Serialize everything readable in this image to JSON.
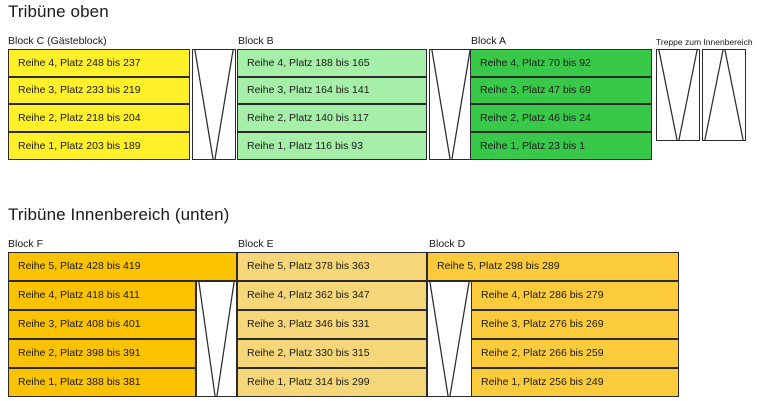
{
  "sections": [
    {
      "id": "tribuene-oben",
      "title": "Tribüne oben",
      "blocks": [
        {
          "id": "block-c",
          "label": "Block C (Gästeblock)",
          "color": "#FFF02A",
          "rows": [
            "Reihe 4, Platz 248 bis 237",
            "Reihe 3, Platz 233 bis 219",
            "Reihe 2, Platz 218 bis 204",
            "Reihe 1, Platz 203 bis 189"
          ]
        },
        {
          "id": "block-b",
          "label": "Block B",
          "color": "#A6EFA8",
          "rows": [
            "Reihe 4, Platz 188 bis 165",
            "Reihe 3, Platz 164 bis 141",
            "Reihe 2, Platz 140 bis 117",
            "Reihe 1, Platz 116 bis 93"
          ]
        },
        {
          "id": "block-a",
          "label": "Block A",
          "color": "#39C94A",
          "rows": [
            "Reihe 4, Platz 70 bis 92",
            "Reihe 3, Platz 47 bis 69",
            "Reihe 2, Platz 46 bis 24",
            "Reihe 1, Platz 23 bis 1"
          ]
        }
      ],
      "stairs_label": "Treppe zum Innenbereich"
    },
    {
      "id": "tribuene-innenbereich-unten",
      "title": "Tribüne Innenbereich (unten)",
      "blocks": [
        {
          "id": "block-f",
          "label": "Block F",
          "color": "#FBC200",
          "rows": [
            "Reihe 5, Platz 428 bis 419",
            "Reihe 4, Platz 418 bis 411",
            "Reihe 3, Platz 408 bis 401",
            "Reihe 2, Platz 398 bis 391",
            "Reihe 1, Platz 388 bis 381"
          ]
        },
        {
          "id": "block-e",
          "label": "Block E",
          "color": "#F5D77A",
          "rows": [
            "Reihe 5, Platz 378 bis 363",
            "Reihe 4, Platz 362 bis 347",
            "Reihe 3, Platz 346 bis 331",
            "Reihe 2, Platz 330 bis 315",
            "Reihe 1, Platz 314 bis 299"
          ]
        },
        {
          "id": "block-d",
          "label": "Block D",
          "color": "#FBCB3C",
          "rows": [
            "Reihe 5, Platz 298 bis 289",
            "Reihe 4, Platz 286 bis 279",
            "Reihe 3, Platz 276 bis 269",
            "Reihe 2, Platz 266 bis 259",
            "Reihe 1, Platz 256 bis 249"
          ]
        }
      ]
    }
  ]
}
